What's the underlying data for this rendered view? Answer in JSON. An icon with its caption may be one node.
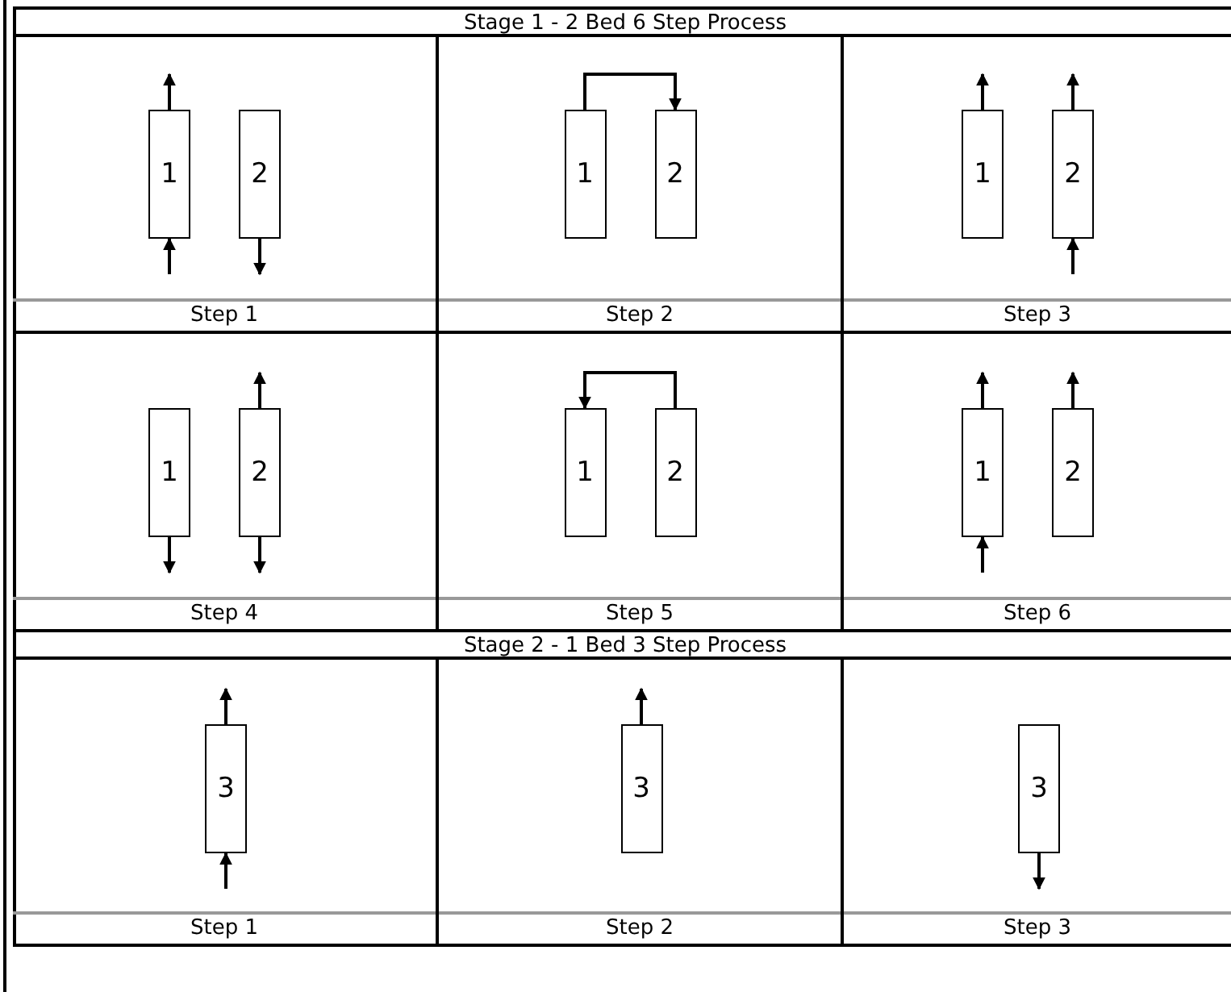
{
  "diagram": {
    "nodes": [
      {
        "text": [
          "Stage 1 - 2 Bed 6 Step Process"
        ]
      },
      {
        "text": [
          "Step 1"
        ],
        "in": 0
      },
      {
        "text": [
          "1"
        ],
        "in": 1
      },
      {
        "text": [
          "2"
        ],
        "in": 1
      },
      {
        "text": [
          "Step 2"
        ],
        "in": 0
      },
      {
        "text": [
          "1"
        ],
        "in": 4
      },
      {
        "text": [
          "2"
        ],
        "in": 4
      },
      {
        "text": [
          "Step 3"
        ],
        "in": 0
      },
      {
        "text": [
          "1"
        ],
        "in": 7
      },
      {
        "text": [
          "2"
        ],
        "in": 7
      },
      {
        "text": [
          "Step 4"
        ],
        "in": 0
      },
      {
        "text": [
          "1"
        ],
        "in": 10
      },
      {
        "text": [
          "2"
        ],
        "in": 10
      },
      {
        "text": [
          "Step 5"
        ],
        "in": 0
      },
      {
        "text": [
          "1"
        ],
        "in": 13
      },
      {
        "text": [
          "2"
        ],
        "in": 13
      },
      {
        "text": [
          "Step 6"
        ],
        "in": 0
      },
      {
        "text": [
          "1"
        ],
        "in": 16
      },
      {
        "text": [
          "2"
        ],
        "in": 16
      },
      {
        "text": [
          "Stage 2 - 1 Bed 3 Step Process"
        ]
      },
      {
        "text": [
          "Step 1"
        ],
        "in": 19
      },
      {
        "text": [
          "3"
        ],
        "in": 20
      },
      {
        "text": [
          "Step 2"
        ],
        "in": 19
      },
      {
        "text": [
          "3"
        ],
        "in": 22
      },
      {
        "text": [
          "Step 3"
        ],
        "in": 19
      },
      {
        "text": [
          "3"
        ],
        "in": 24
      }
    ],
    "edges": [
      {
        "from": 2,
        "to": null,
        "arrow": "to"
      },
      {
        "from": null,
        "to": 2,
        "arrow": "to"
      },
      {
        "from": 3,
        "to": null,
        "arrow": "to"
      },
      {
        "from": 5,
        "to": 6,
        "arrow": "to"
      },
      {
        "from": 8,
        "to": null,
        "arrow": "to"
      },
      {
        "from": 9,
        "to": null,
        "arrow": "to"
      },
      {
        "from": null,
        "to": 9,
        "arrow": "to"
      },
      {
        "from": 11,
        "to": null,
        "arrow": "to"
      },
      {
        "from": 12,
        "to": null,
        "arrow": "to"
      },
      {
        "from": 12,
        "to": null,
        "arrow": "to"
      },
      {
        "from": 15,
        "to": 14,
        "arrow": "to"
      },
      {
        "from": 17,
        "to": null,
        "arrow": "to"
      },
      {
        "from": null,
        "to": 17,
        "arrow": "to"
      },
      {
        "from": 18,
        "to": null,
        "arrow": "to"
      },
      {
        "from": 21,
        "to": null,
        "arrow": "to"
      },
      {
        "from": null,
        "to": 21,
        "arrow": "to"
      },
      {
        "from": 23,
        "to": null,
        "arrow": "to"
      },
      {
        "from": 25,
        "to": null,
        "arrow": "to"
      }
    ]
  }
}
